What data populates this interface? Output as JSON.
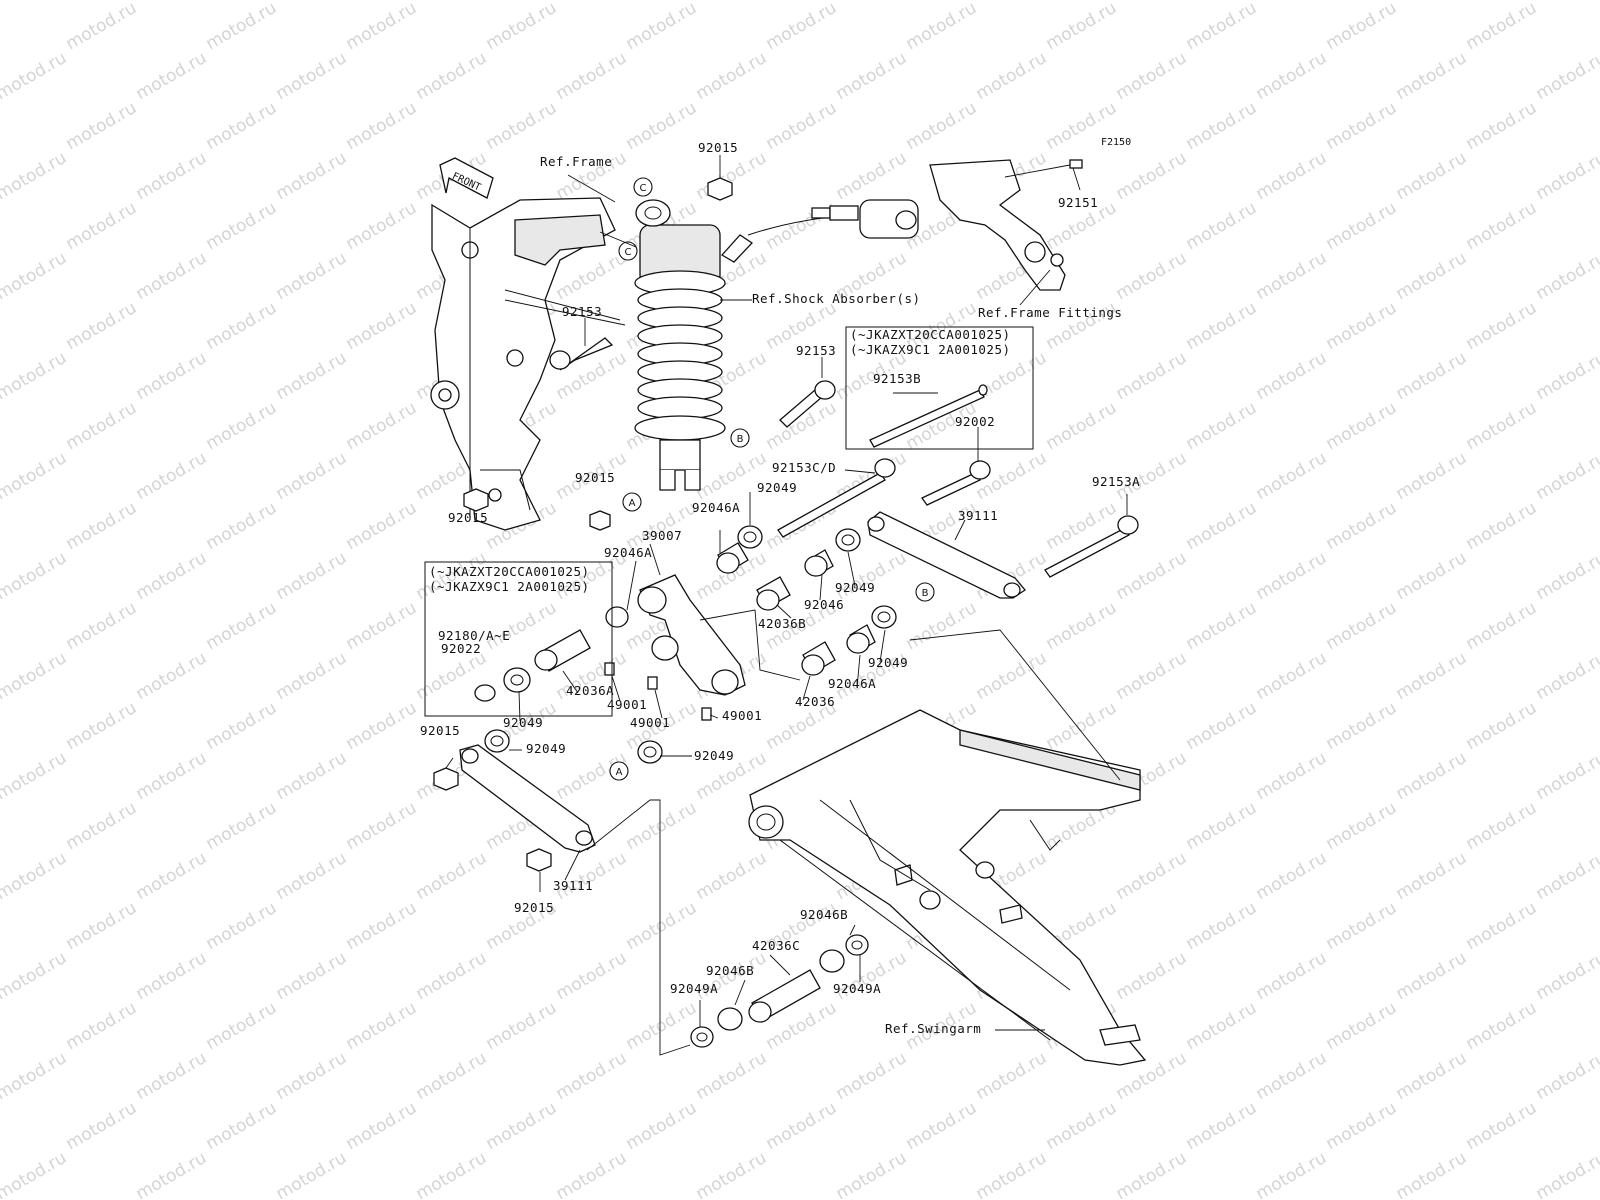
{
  "diagram_code": "F2150",
  "front_arrow": "FRONT",
  "refs": {
    "frame": "Ref.Frame",
    "shock": "Ref.Shock Absorber(s)",
    "frame_fittings": "Ref.Frame Fittings",
    "swingarm": "Ref.Swingarm"
  },
  "notes": {
    "box1_line1": "(~JKAZXT20CCA001025)",
    "box1_line2": "(~JKAZX9C1 2A001025)",
    "box2_line1": "(~JKAZXT20CCA001025)",
    "box2_line2": "(~JKAZX9C1 2A001025)"
  },
  "callouts": [
    "A",
    "B",
    "C"
  ],
  "parts": {
    "p92015_top": "92015",
    "p92151": "92151",
    "p92153_left": "92153",
    "p92153_mid": "92153",
    "p92153B": "92153B",
    "p92002": "92002",
    "p92153CD": "92153C/D",
    "p92153A": "92153A",
    "p92015_mid": "92015",
    "p92015_left": "92015",
    "p92049_a": "92049",
    "p92046A_a": "92046A",
    "p39111_r": "39111",
    "p39007": "39007",
    "p92046A_b": "92046A",
    "p92180": "92180/A~E",
    "p92022": "92022",
    "p42036B": "42036B",
    "p92046": "92046",
    "p92049_b": "92049",
    "p92049_c": "92049",
    "p42036A": "42036A",
    "p49001_a": "49001",
    "p49001_b": "49001",
    "p49001_c": "49001",
    "p92049_d": "92049",
    "p42036": "42036",
    "p92046A_c": "92046A",
    "p92015_l2": "92015",
    "p92049_e": "92049",
    "p92049_f": "92049",
    "p39111_l": "39111",
    "p92015_bot": "92015",
    "p92046B_a": "92046B",
    "p42036C": "42036C",
    "p92046B_b": "92046B",
    "p92049A_a": "92049A",
    "p92049A_b": "92049A"
  },
  "watermark": "motod.ru"
}
